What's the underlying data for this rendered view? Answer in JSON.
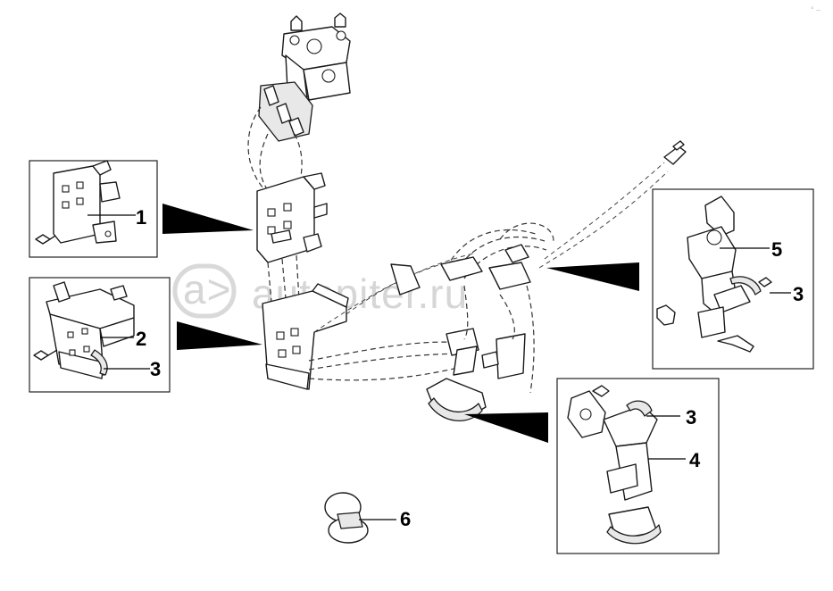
{
  "watermark": {
    "logo_text": "a>",
    "text": "autopiter.ru"
  },
  "corner_mark": "° –",
  "callouts": {
    "c1": "1",
    "c2": "2",
    "c3a": "3",
    "c3b": "3",
    "c3c": "3",
    "c4": "4",
    "c5": "5",
    "c6": "6"
  }
}
